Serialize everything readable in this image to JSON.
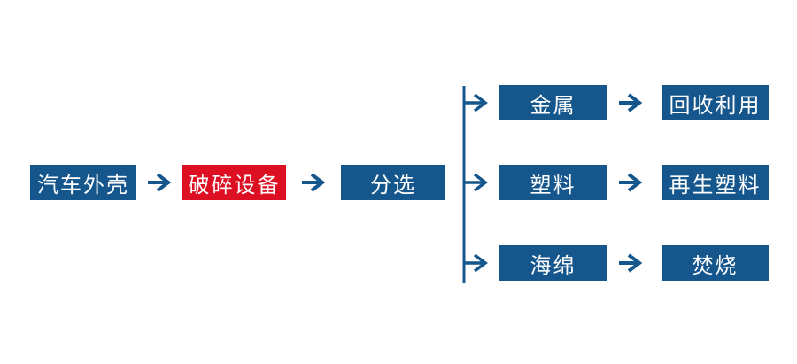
{
  "colors": {
    "primary_blue": "#15568c",
    "highlight_red": "#dc1022",
    "text_white": "#ffffff",
    "background": "#ffffff"
  },
  "flowchart": {
    "main_nodes": [
      {
        "label": "汽车外壳",
        "style": "blue"
      },
      {
        "label": "破碎设备",
        "style": "red"
      },
      {
        "label": "分选",
        "style": "blue"
      }
    ],
    "branch_rows": [
      {
        "material": "金属",
        "disposal": "回收利用"
      },
      {
        "material": "塑料",
        "disposal": "再生塑料"
      },
      {
        "material": "海绵",
        "disposal": "焚烧"
      }
    ]
  }
}
